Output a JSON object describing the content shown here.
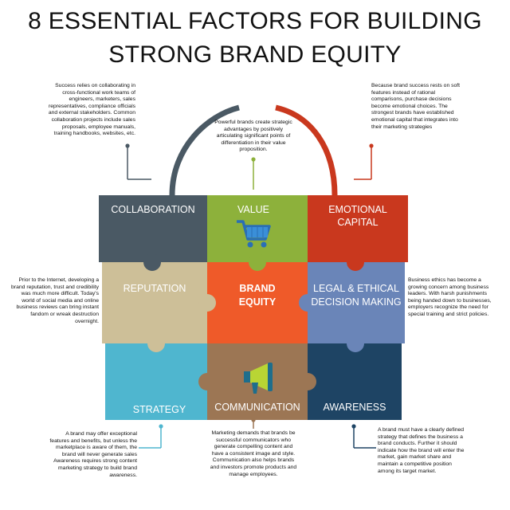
{
  "title_line1": "8 ESSENTIAL FACTORS FOR BUILDING",
  "title_line2": "STRONG BRAND EQUITY",
  "tiles": {
    "collaboration": {
      "label": "COLLABORATION",
      "color": "#4a5964"
    },
    "value": {
      "label": "VALUE",
      "color": "#8db13b"
    },
    "emotional_capital": {
      "label_line1": "EMOTIONAL",
      "label_line2": "CAPITAL",
      "color": "#c9381e"
    },
    "reputation": {
      "label": "REPUTATION",
      "color": "#cdbf98"
    },
    "brand_equity": {
      "label_line1": "BRAND",
      "label_line2": "EQUITY",
      "color": "#ef5a29"
    },
    "legal_ethical": {
      "label_line1": "LEGAL & ETHICAL",
      "label_line2": "DECISION MAKING",
      "color": "#6a85b8"
    },
    "strategy": {
      "label": "STRATEGY",
      "color": "#4fb6cf"
    },
    "communication": {
      "label": "COMMUNICATION",
      "color": "#9c7654"
    },
    "awareness": {
      "label": "AWARENESS",
      "color": "#1e4464"
    }
  },
  "icons": {
    "value": "shopping-cart-icon",
    "communication": "megaphone-icon"
  },
  "notes": {
    "collaboration": "Success relies on collaborating in cross-functional work teams of engineers, marketers, sales representatives, compliance officials and external stakeholders. Common collaboration projects include sales proposals, employee manuals, training handbooks, websites, etc.",
    "value": "Powerful brands create strategic advantages by positively articulating significant points of differentiation in their value proposition.",
    "emotional_capital": "Because brand success rests on soft features instead of rational comparisons, purchase decisions become emotional choices. The strongest brands have established emotional capital that integrates into their marketing strategies",
    "reputation": "Prior to the Internet, developing a brand reputation, trust and credibility was much more difficult. Today's world of social media and online business reviews can bring instant fandom or wreak destruction overnight.",
    "legal_ethical": "Business ethics has become a growing concern among business leaders. With harsh punishments being handed down to businesses, employers recognize the need for special training and strict policies.",
    "strategy": "A brand may offer exceptional features and benefits, but unless the marketplace is aware of them, the brand will never generate sales Awareness requires strong content marketing strategy to build brand awareness.",
    "communication": "Marketing demands that brands be successful communicators who generate compelling content and have a consistent image and style. Communication also helps brands and investors promote products and manage employees.",
    "awareness": "A brand must have a clearly defined strategy that defines the business a brand conducts. Further it should indicate how the brand will enter the market, gain market share and maintain a competitive position among its target market."
  }
}
